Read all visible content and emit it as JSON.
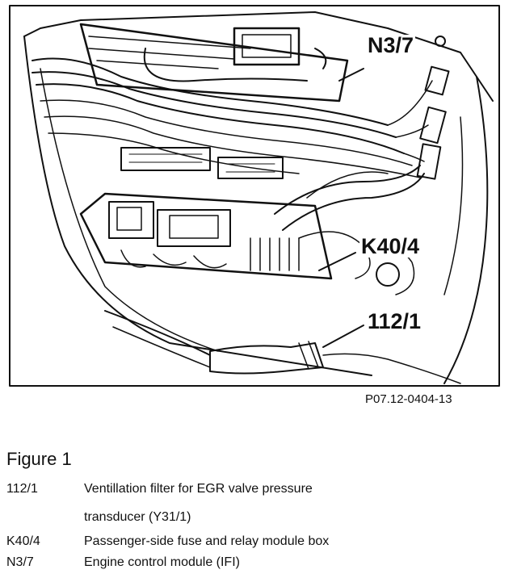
{
  "callouts": {
    "n3_7": "N3/7",
    "k40_4": "K40/4",
    "l112_1": "112/1"
  },
  "figure_ref": "P07.12-0404-13",
  "figure_title": "Figure 1",
  "legend": [
    {
      "code": "112/1",
      "desc": "Ventillation filter for EGR valve pressure"
    },
    {
      "code": "",
      "desc": "transducer (Y31/1)"
    },
    {
      "code": "K40/4",
      "desc": "Passenger-side fuse and relay module box"
    },
    {
      "code": "N3/7",
      "desc": "Engine control module (IFI)"
    }
  ]
}
